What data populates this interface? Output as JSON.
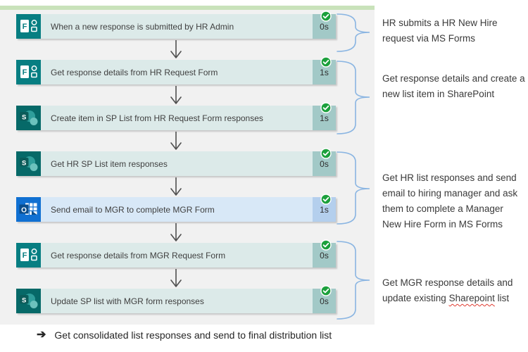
{
  "flow": {
    "steps": [
      {
        "label": "When a new response is submitted by HR Admin",
        "duration": "0s",
        "icon": "ms-forms-icon",
        "status": "success"
      },
      {
        "label": "Get response details from HR Request Form",
        "duration": "1s",
        "icon": "ms-forms-icon",
        "status": "success"
      },
      {
        "label": "Create item in SP List from HR Request Form responses",
        "duration": "1s",
        "icon": "sharepoint-icon",
        "status": "success"
      },
      {
        "label": "Get HR SP List item responses",
        "duration": "0s",
        "icon": "sharepoint-icon",
        "status": "success"
      },
      {
        "label": "Send email to MGR to complete MGR Form",
        "duration": "1s",
        "icon": "outlook-icon",
        "status": "success"
      },
      {
        "label": "Get response details from MGR Request Form",
        "duration": "0s",
        "icon": "ms-forms-icon",
        "status": "success"
      },
      {
        "label": "Update SP list with MGR form responses",
        "duration": "0s",
        "icon": "sharepoint-icon",
        "status": "success"
      }
    ]
  },
  "annotations": [
    {
      "lines": [
        "HR submits a HR New Hire",
        "request via MS Forms"
      ]
    },
    {
      "lines": [
        "Get response details and create a",
        "new list item in SharePoint"
      ]
    },
    {
      "lines": [
        "Get HR list responses and send",
        "email to hiring manager and ask",
        "them to complete a Manager",
        "New Hire Form in MS Forms"
      ]
    },
    {
      "line1": "Get MGR response details and",
      "line2_prefix": "update existing ",
      "line2_word": "Sharepoint",
      "line2_suffix": " list"
    }
  ],
  "footer": {
    "arrow_glyph": "➔",
    "text": "Get consolidated list responses and send to final distribution list"
  },
  "colors": {
    "panel": "#f1f1f1",
    "strip": "#c9e2ba",
    "bar-teal": "#dceae9",
    "cell-teal": "#a2c9c7",
    "bar-blue": "#d8e8f7",
    "cell-blue": "#b4cfed",
    "badge-green": "#1ca03c",
    "brace-blue": "#8ab5e2",
    "forms-teal": "#077e82",
    "sharepoint-teal": "#066968",
    "outlook-blue": "#1070d2"
  }
}
